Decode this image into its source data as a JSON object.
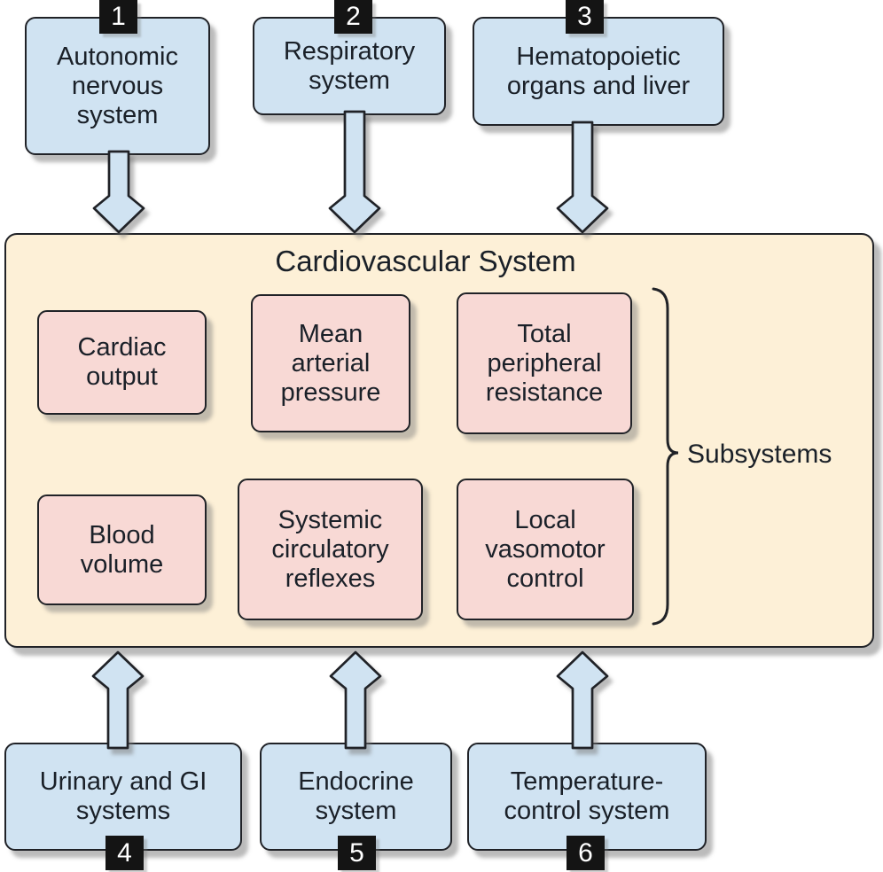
{
  "title": "Cardiovascular System",
  "subsystems_label": "Subsystems",
  "inputs_top": [
    {
      "number": "1",
      "label": "Autonomic nervous system"
    },
    {
      "number": "2",
      "label": "Respiratory system"
    },
    {
      "number": "3",
      "label": "Hematopoietic organs and liver"
    }
  ],
  "inputs_bottom": [
    {
      "number": "4",
      "label": "Urinary and GI systems"
    },
    {
      "number": "5",
      "label": "Endocrine system"
    },
    {
      "number": "6",
      "label": "Temperature-control system"
    }
  ],
  "subsystems": [
    {
      "label": "Cardiac output"
    },
    {
      "label": "Mean arterial pressure"
    },
    {
      "label": "Total peripheral resistance"
    },
    {
      "label": "Blood volume"
    },
    {
      "label": "Systemic circulatory reflexes"
    },
    {
      "label": "Local vasomotor control"
    }
  ],
  "colors": {
    "external_box_fill": "#d0e3f2",
    "system_box_fill": "#fdf0d7",
    "subsystem_box_fill": "#f8d9d5",
    "outline": "#202227",
    "text_color": "#1a2028",
    "badge_bg": "#141414",
    "badge_text": "#ffffff"
  }
}
